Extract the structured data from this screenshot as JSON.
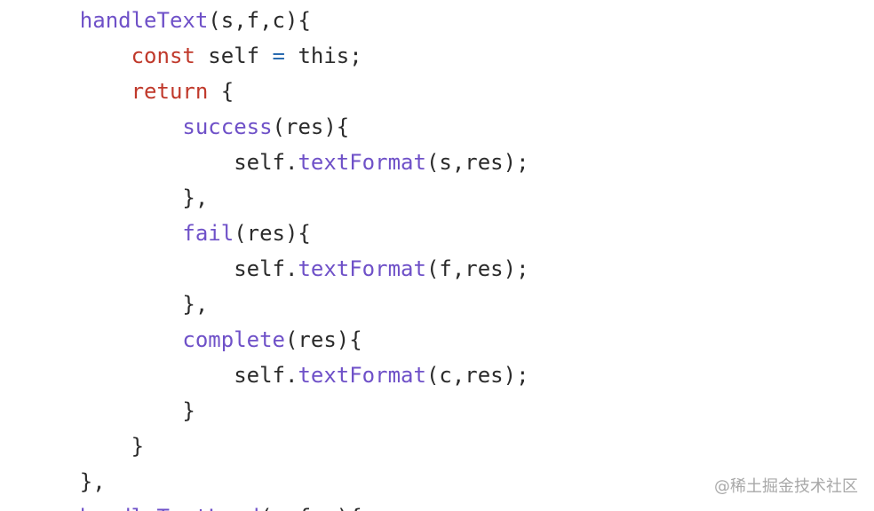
{
  "code": {
    "lines": [
      [
        {
          "text": "    ",
          "type": "plain"
        },
        {
          "text": "handleText",
          "type": "fn"
        },
        {
          "text": "(s,f,c){",
          "type": "plain"
        }
      ],
      [
        {
          "text": "        ",
          "type": "plain"
        },
        {
          "text": "const",
          "type": "kw"
        },
        {
          "text": " self ",
          "type": "plain"
        },
        {
          "text": "=",
          "type": "op"
        },
        {
          "text": " this;",
          "type": "plain"
        }
      ],
      [
        {
          "text": "        ",
          "type": "plain"
        },
        {
          "text": "return",
          "type": "kw"
        },
        {
          "text": " {",
          "type": "plain"
        }
      ],
      [
        {
          "text": "            ",
          "type": "plain"
        },
        {
          "text": "success",
          "type": "fn"
        },
        {
          "text": "(res){",
          "type": "plain"
        }
      ],
      [
        {
          "text": "                self.",
          "type": "plain"
        },
        {
          "text": "textFormat",
          "type": "fn"
        },
        {
          "text": "(s,res);",
          "type": "plain"
        }
      ],
      [
        {
          "text": "            },",
          "type": "plain"
        }
      ],
      [
        {
          "text": "            ",
          "type": "plain"
        },
        {
          "text": "fail",
          "type": "fn"
        },
        {
          "text": "(res){",
          "type": "plain"
        }
      ],
      [
        {
          "text": "                self.",
          "type": "plain"
        },
        {
          "text": "textFormat",
          "type": "fn"
        },
        {
          "text": "(f,res);",
          "type": "plain"
        }
      ],
      [
        {
          "text": "            },",
          "type": "plain"
        }
      ],
      [
        {
          "text": "            ",
          "type": "plain"
        },
        {
          "text": "complete",
          "type": "fn"
        },
        {
          "text": "(res){",
          "type": "plain"
        }
      ],
      [
        {
          "text": "                self.",
          "type": "plain"
        },
        {
          "text": "textFormat",
          "type": "fn"
        },
        {
          "text": "(c,res);",
          "type": "plain"
        }
      ],
      [
        {
          "text": "            }",
          "type": "plain"
        }
      ],
      [
        {
          "text": "        }",
          "type": "plain"
        }
      ],
      [
        {
          "text": "    },",
          "type": "plain"
        }
      ],
      [
        {
          "text": "    ",
          "type": "plain"
        },
        {
          "text": "handleTextLoad",
          "type": "fn"
        },
        {
          "text": "(s,f,c){",
          "type": "plain"
        }
      ]
    ]
  },
  "watermark": {
    "text": "@稀土掘金技术社区"
  },
  "colors": {
    "function": "#6f51c8",
    "keyword": "#c0392b",
    "operator": "#2b6cb0",
    "text": "#2b2b2b",
    "background": "#ffffff",
    "watermark": "#a8a8a8"
  }
}
